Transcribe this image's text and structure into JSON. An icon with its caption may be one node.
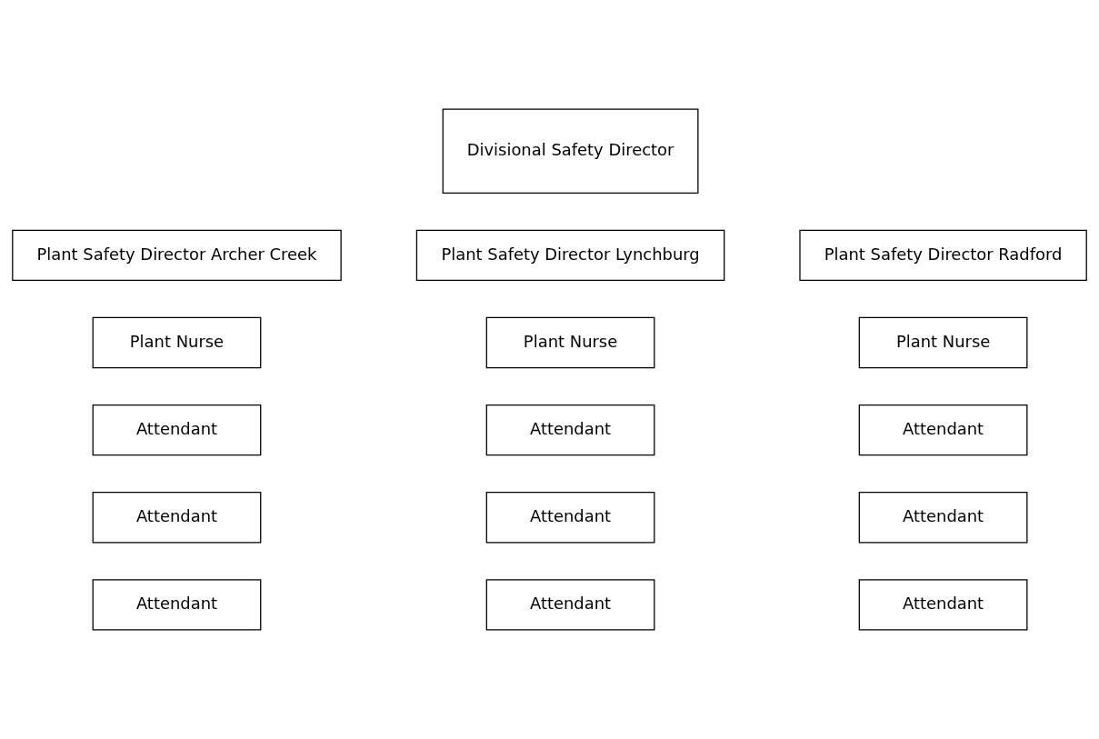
{
  "diagram": {
    "nodes": [
      {
        "text": [
          "Divisional Safety Director"
        ]
      },
      {
        "text": [
          "Plant Safety Director Archer Creek"
        ]
      },
      {
        "text": [
          "Plant Safety Director Lynchburg"
        ]
      },
      {
        "text": [
          "Plant Safety Director Radford"
        ]
      },
      {
        "text": [
          "Plant Nurse"
        ]
      },
      {
        "text": [
          "Plant Nurse"
        ]
      },
      {
        "text": [
          "Plant Nurse"
        ]
      },
      {
        "text": [
          "Attendant"
        ]
      },
      {
        "text": [
          "Attendant"
        ]
      },
      {
        "text": [
          "Attendant"
        ]
      },
      {
        "text": [
          "Attendant"
        ]
      },
      {
        "text": [
          "Attendant"
        ]
      },
      {
        "text": [
          "Attendant"
        ]
      },
      {
        "text": [
          "Attendant"
        ]
      },
      {
        "text": [
          "Attendant"
        ]
      },
      {
        "text": [
          "Attendant"
        ]
      }
    ],
    "edges": []
  }
}
